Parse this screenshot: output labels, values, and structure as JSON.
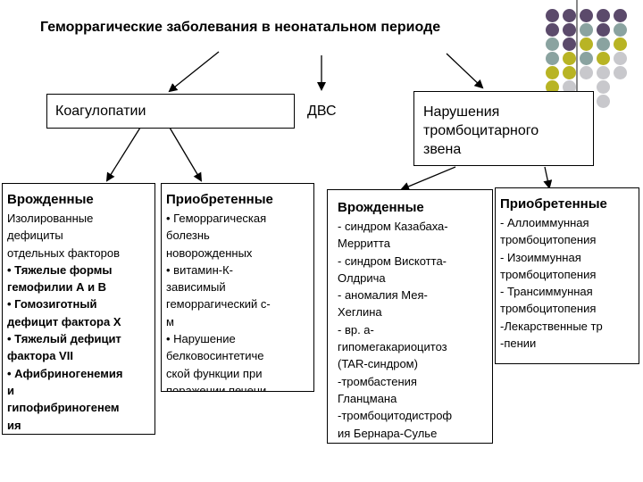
{
  "title": "Геморрагические заболевания в неонатальном периоде",
  "boxes": {
    "coag": "Коагулопатии",
    "dvs": "ДВС",
    "platelet": [
      "Нарушения",
      "тромбоцитарного",
      "звена"
    ]
  },
  "columns": [
    {
      "header": "Врожденные",
      "lines": [
        {
          "text": "Изолированные",
          "bold": false
        },
        {
          "text": "дефициты",
          "bold": false
        },
        {
          "text": "отдельных факторов",
          "bold": false
        },
        {
          "text": "• Тяжелые формы",
          "bold": true
        },
        {
          "text": "гемофилии А и В",
          "bold": true
        },
        {
          "text": "• Гомозиготный",
          "bold": true
        },
        {
          "text": "дефицит фактора Х",
          "bold": true
        },
        {
          "text": "• Тяжелый дефицит",
          "bold": true
        },
        {
          "text": "фактора VII",
          "bold": true
        },
        {
          "text": "• Афибриногенемия",
          "bold": true
        },
        {
          "text": "и",
          "bold": true
        },
        {
          "text": "гипофибриногенем",
          "bold": true
        },
        {
          "text": "ия",
          "bold": true
        }
      ]
    },
    {
      "header": "Приобретенные",
      "lines": [
        {
          "text": "• Геморрагическая",
          "bold": false
        },
        {
          "text": "болезнь",
          "bold": false
        },
        {
          "text": "новорожденных",
          "bold": false
        },
        {
          "text": "• витамин-К-",
          "bold": false
        },
        {
          "text": "зависимый",
          "bold": false
        },
        {
          "text": "геморрагический с-",
          "bold": false
        },
        {
          "text": "м",
          "bold": false
        },
        {
          "text": "• Нарушение",
          "bold": false
        },
        {
          "text": "белковосинтетиче",
          "bold": false
        },
        {
          "text": "ской функции при",
          "bold": false
        },
        {
          "text": "поражении печени",
          "bold": false
        }
      ]
    },
    {
      "header": "Врожденные",
      "lines": [
        {
          "text": "- синдром Казабаха-",
          "bold": false
        },
        {
          "text": "Мерритта",
          "bold": false
        },
        {
          "text": "- синдром Вискотта-",
          "bold": false
        },
        {
          "text": "Олдрича",
          "bold": false
        },
        {
          "text": "- аномалия Мея-",
          "bold": false
        },
        {
          "text": "Хеглина",
          "bold": false
        },
        {
          "text": "- вр. а-",
          "bold": false
        },
        {
          "text": "гипомегакариоцитоз",
          "bold": false
        },
        {
          "text": "(TAR-синдром)",
          "bold": false
        },
        {
          "text": "-тромбастения",
          "bold": false
        },
        {
          "text": "Гланцмана",
          "bold": false
        },
        {
          "text": "-тромбоцитодистроф",
          "bold": false
        },
        {
          "text": "ия Бернара-Сулье",
          "bold": false
        }
      ]
    },
    {
      "header": "Приобретенные",
      "lines": [
        {
          "text": "- Аллоиммунная",
          "bold": false
        },
        {
          "text": "тромбоцитопения",
          "bold": false
        },
        {
          "text": "- Изоиммунная",
          "bold": false
        },
        {
          "text": "тромбоцитопения",
          "bold": false
        },
        {
          "text": "- Трансиммунная",
          "bold": false
        },
        {
          "text": "тромбоцитопения",
          "bold": false
        },
        {
          "text": "-Лекарственные тр",
          "bold": false
        },
        {
          "text": "-пении",
          "bold": false
        }
      ]
    }
  ],
  "decoration": {
    "dot_colors": {
      "purple": "#5b4a6b",
      "teal": "#8aa3a0",
      "olive": "#b8b424",
      "gray": "#c8c8cc"
    },
    "dot_grid": [
      [
        "purple",
        "purple",
        "purple",
        "purple",
        "purple"
      ],
      [
        "purple",
        "purple",
        "teal",
        "purple",
        "teal"
      ],
      [
        "teal",
        "purple",
        "olive",
        "teal",
        "olive"
      ],
      [
        "teal",
        "olive",
        "teal",
        "olive",
        "gray"
      ],
      [
        "olive",
        "olive",
        "gray",
        "gray",
        "gray"
      ],
      [
        "olive",
        "gray",
        "",
        "gray",
        ""
      ],
      [
        "",
        "",
        "",
        "gray",
        ""
      ]
    ]
  }
}
